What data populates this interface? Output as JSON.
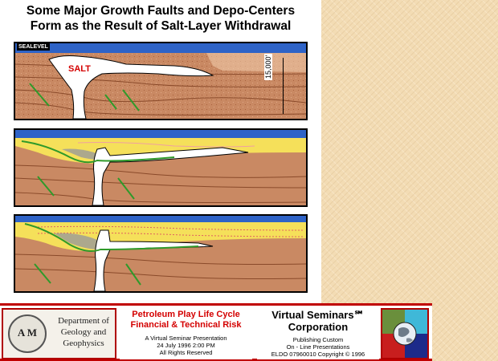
{
  "title": {
    "line1": "Some Major Growth Faults and Depo-Centers",
    "line2": "Form as the Result of Salt-Layer Withdrawal"
  },
  "diagram": {
    "sealevel_label": "SEALEVEL",
    "salt_label": "SALT",
    "depth_label": "15,000'"
  },
  "footer": {
    "department": {
      "logo_text": "A M",
      "line1": "Department of",
      "line2": "Geology and",
      "line3": "Geophysics"
    },
    "course": {
      "title_line1": "Petroleum Play Life Cycle",
      "title_line2": "Financial & Technical Risk",
      "line1": "A Virtual Seminar Presentation",
      "line2": "24 July 1996  2:00 PM",
      "line3": "All Rights Reserved"
    },
    "company": {
      "name_line1": "Virtual Seminars℠",
      "name_line2": "Corporation",
      "line1": "Publishing Custom",
      "line2": "On - Line Presentations",
      "line3": "ELDO 07960010 Copyright © 1996"
    }
  },
  "colors": {
    "water": "#2e63c7",
    "sediment": "#c98963",
    "salt": "#ffffff",
    "growth_fault": "#2f9a2a",
    "new_sediment": "#f5e05a",
    "border_red": "#c00000"
  }
}
